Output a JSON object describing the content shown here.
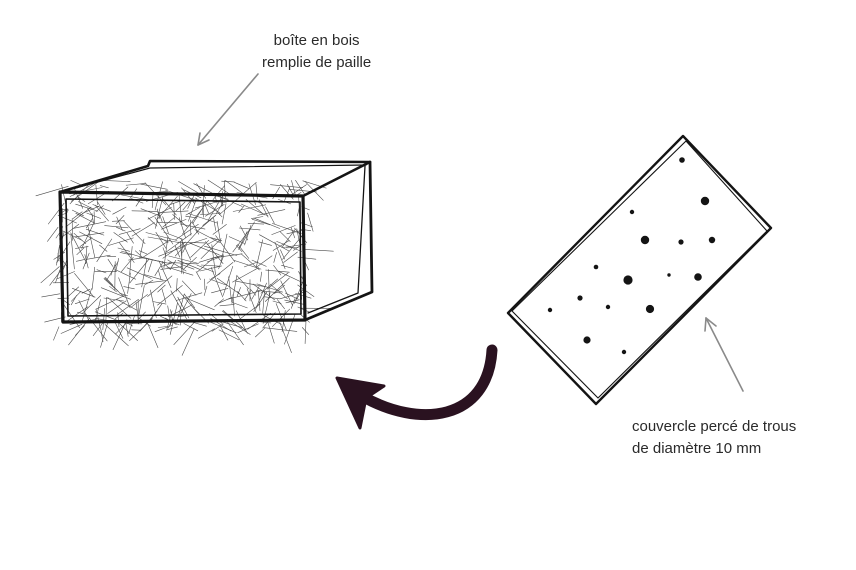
{
  "labels": {
    "box": {
      "line1": "boîte en bois",
      "line2": "remplie de paille"
    },
    "lid": {
      "line1": "couvercle percé de trous",
      "line2": "de diamètre 10 mm"
    }
  },
  "colors": {
    "ink": "#141414",
    "pointer_arrow": "#8a8a8a",
    "curved_arrow": "#2a1220"
  }
}
